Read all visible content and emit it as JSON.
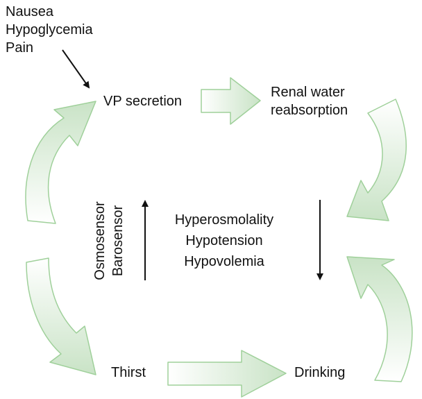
{
  "colors": {
    "arrow_fill_light": "#ffffff",
    "arrow_fill_dark": "#c9e3c6",
    "arrow_stroke": "#9fd09a",
    "text": "#111111"
  },
  "stimuli": {
    "lines": [
      "Nausea",
      "Hypoglycemia",
      "Pain"
    ]
  },
  "nodes": {
    "vp_secretion": "VP secretion",
    "renal_water": [
      "Renal water",
      "reabsorption"
    ],
    "thirst": "Thirst",
    "drinking": "Drinking"
  },
  "sensors": [
    "Osmosensor",
    "Barosensor"
  ],
  "conditions": [
    "Hyperosmolality",
    "Hypotension",
    "Hypovolemia"
  ]
}
